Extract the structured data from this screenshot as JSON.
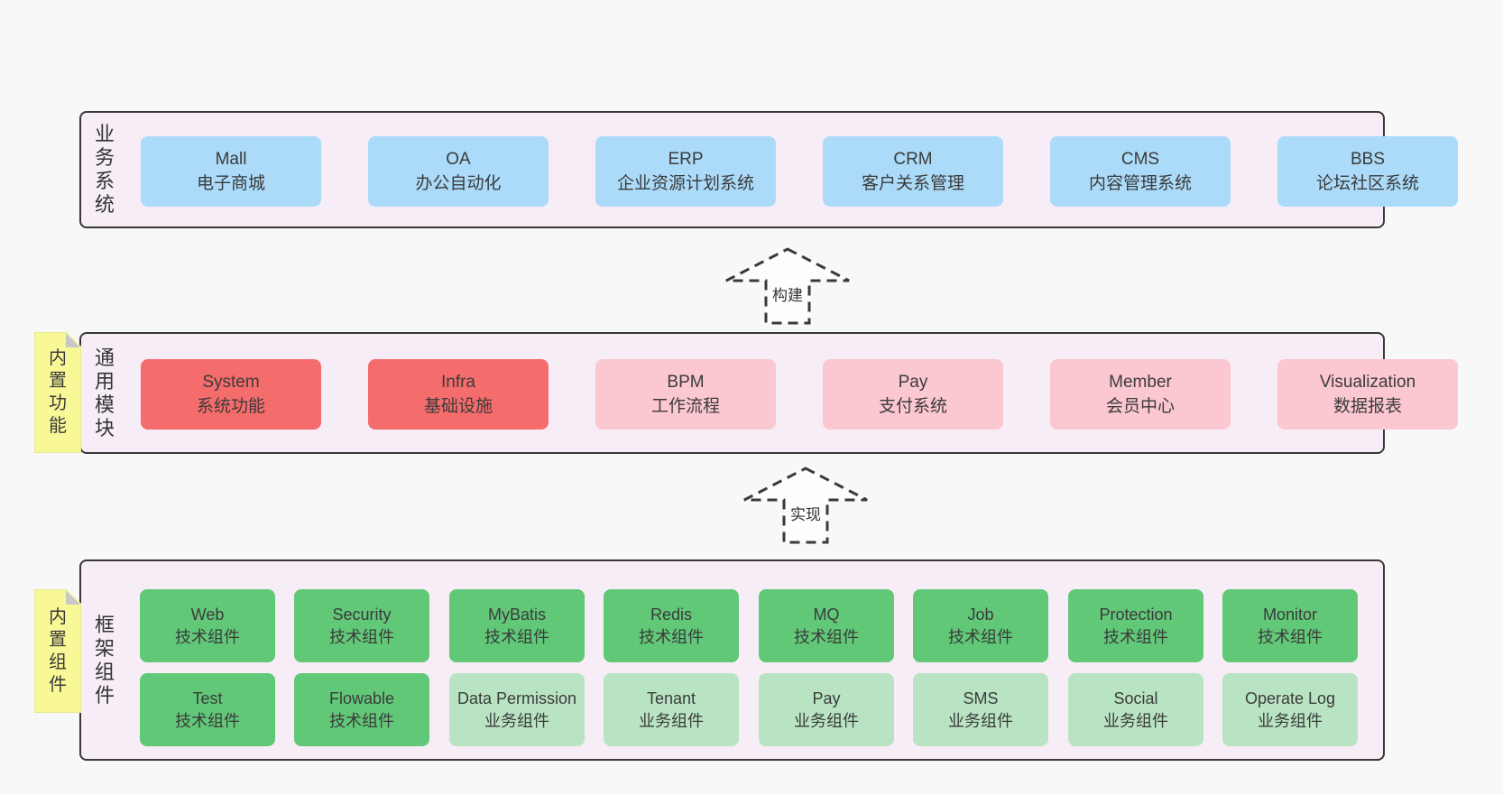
{
  "diagram": {
    "colors": {
      "blue": "#abdbf9",
      "red": "#f56c6c",
      "pink": "#fbc7d0",
      "green": "#61c878",
      "light_green": "#b9e4c3",
      "sticky_yellow": "#f9f897",
      "fold_gray": "#c8c8c8",
      "band_bg": "#f7edf6"
    },
    "arrows": [
      {
        "label": "构建"
      },
      {
        "label": "实现"
      }
    ],
    "bands": [
      {
        "label": "业务系统",
        "boxes": [
          {
            "title": "Mall",
            "subtitle": "电子商城"
          },
          {
            "title": "OA",
            "subtitle": "办公自动化"
          },
          {
            "title": "ERP",
            "subtitle": "企业资源计划系统"
          },
          {
            "title": "CRM",
            "subtitle": "客户关系管理"
          },
          {
            "title": "CMS",
            "subtitle": "内容管理系统"
          },
          {
            "title": "BBS",
            "subtitle": "论坛社区系统"
          }
        ]
      },
      {
        "label": "通用模块",
        "sticky": "内置功能",
        "boxes": [
          {
            "title": "System",
            "subtitle": "系统功能"
          },
          {
            "title": "Infra",
            "subtitle": "基础设施"
          },
          {
            "title": "BPM",
            "subtitle": "工作流程"
          },
          {
            "title": "Pay",
            "subtitle": "支付系统"
          },
          {
            "title": "Member",
            "subtitle": "会员中心"
          },
          {
            "title": "Visualization",
            "subtitle": "数据报表"
          }
        ]
      },
      {
        "label": "框架组件",
        "sticky": "内置组件",
        "boxes": [
          {
            "title": "Web",
            "subtitle": "技术组件"
          },
          {
            "title": "Security",
            "subtitle": "技术组件"
          },
          {
            "title": "MyBatis",
            "subtitle": "技术组件"
          },
          {
            "title": "Redis",
            "subtitle": "技术组件"
          },
          {
            "title": "MQ",
            "subtitle": "技术组件"
          },
          {
            "title": "Job",
            "subtitle": "技术组件"
          },
          {
            "title": "Protection",
            "subtitle": "技术组件"
          },
          {
            "title": "Monitor",
            "subtitle": "技术组件"
          },
          {
            "title": "Test",
            "subtitle": "技术组件"
          },
          {
            "title": "Flowable",
            "subtitle": "技术组件"
          },
          {
            "title": "Data Permission",
            "subtitle": "业务组件"
          },
          {
            "title": "Tenant",
            "subtitle": "业务组件"
          },
          {
            "title": "Pay",
            "subtitle": "业务组件"
          },
          {
            "title": "SMS",
            "subtitle": "业务组件"
          },
          {
            "title": "Social",
            "subtitle": "业务组件"
          },
          {
            "title": "Operate Log",
            "subtitle": "业务组件"
          }
        ]
      }
    ]
  }
}
